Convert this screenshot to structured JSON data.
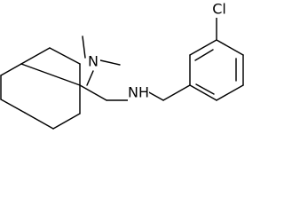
{
  "structure": {
    "atoms": {
      "amine_n": "N",
      "sec_amine": "NH",
      "chloro": "Cl"
    }
  }
}
